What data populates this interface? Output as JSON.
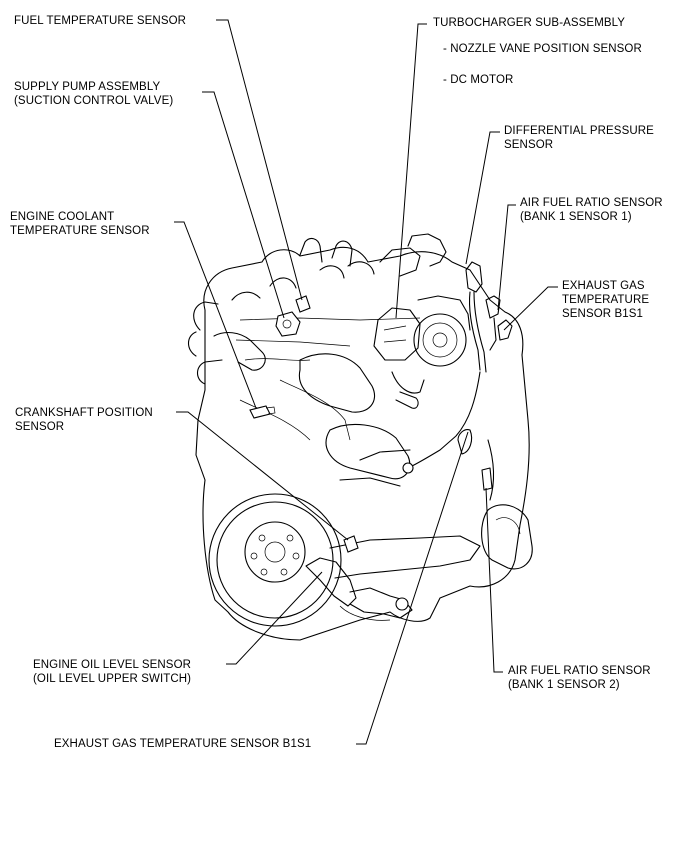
{
  "labels": {
    "fuel_temp": "FUEL TEMPERATURE SENSOR",
    "supply_pump_1": "SUPPLY PUMP ASSEMBLY",
    "supply_pump_2": "(SUCTION CONTROL VALVE)",
    "coolant_1": "ENGINE COOLANT",
    "coolant_2": "TEMPERATURE SENSOR",
    "crank_1": "CRANKSHAFT POSITION",
    "crank_2": "SENSOR",
    "oil_level_1": "ENGINE OIL LEVEL SENSOR",
    "oil_level_2": "(OIL LEVEL UPPER SWITCH)",
    "exhaust_bottom": "EXHAUST GAS TEMPERATURE SENSOR B1S1",
    "turbo_1": "TURBOCHARGER SUB-ASSEMBLY",
    "turbo_2": "- NOZZLE VANE POSITION SENSOR",
    "turbo_3": "- DC MOTOR",
    "diff_1": "DIFFERENTIAL PRESSURE",
    "diff_2": "SENSOR",
    "afr1_1": "AIR FUEL RATIO SENSOR",
    "afr1_2": "(BANK 1 SENSOR 1)",
    "egt_r1": "EXHAUST GAS",
    "egt_r2": "TEMPERATURE",
    "egt_r3": "SENSOR B1S1",
    "afr2_1": "AIR FUEL RATIO SENSOR",
    "afr2_2": "(BANK 1 SENSOR 2)"
  }
}
